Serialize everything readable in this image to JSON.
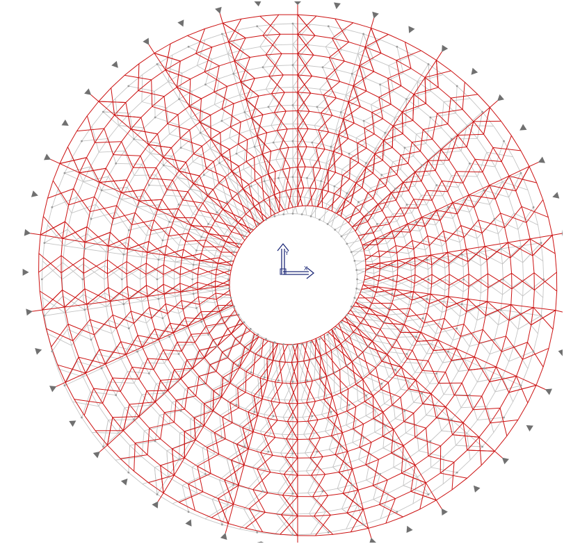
{
  "view": {
    "background": "#ffffff",
    "colors": {
      "deformed_members": "#cc1111",
      "original_members": "#c4c4c4",
      "nodes": "#9a9a9a",
      "supports": "#707070",
      "axis": "#1e2a78"
    }
  },
  "axis_triad": {
    "x_label": "X",
    "y_label": "Y",
    "icon": "global-axis-triad-icon"
  },
  "structure": {
    "type": "circular-ring-truss-roof",
    "radial_trusses": 22,
    "supports_icon": "pin-support-icon"
  }
}
